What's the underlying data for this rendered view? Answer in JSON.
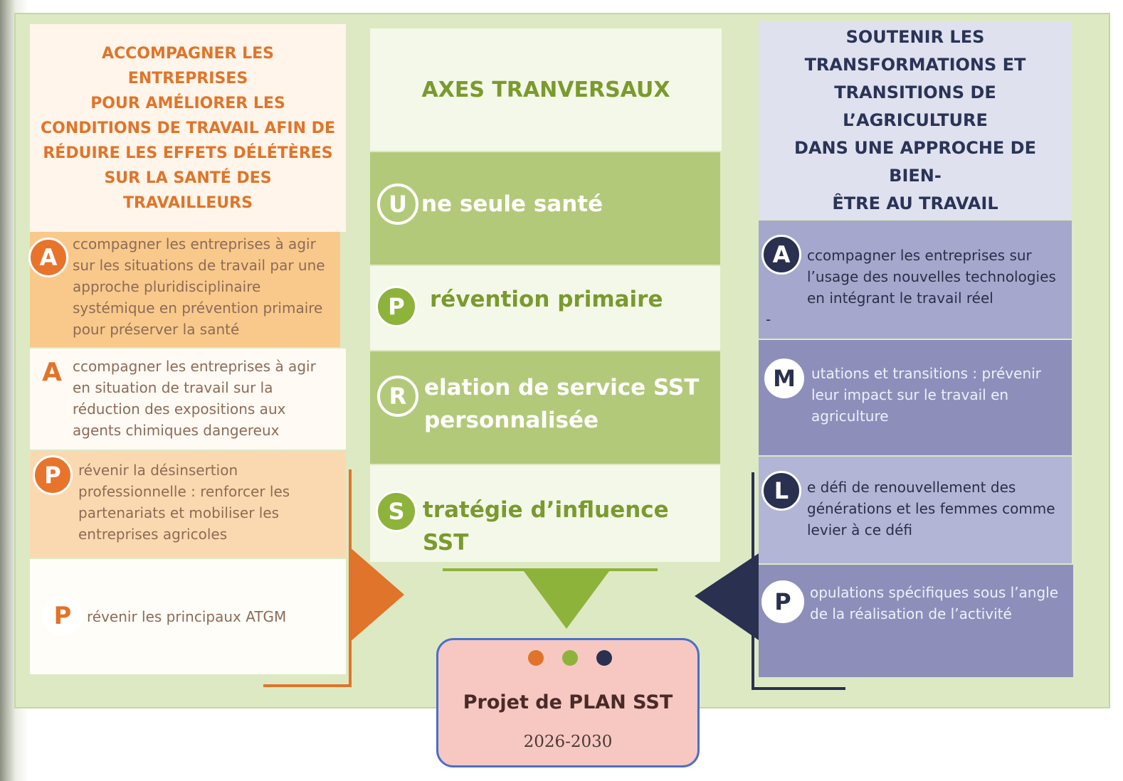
{
  "colors": {
    "orange": "#e0742a",
    "green": "#8db33a",
    "navy": "#2a3050",
    "plan_border": "#4a6fc8",
    "plan_fill": "#f6c8c1"
  },
  "left": {
    "title_lines": [
      "ACCOMPAGNER LES ENTREPRISES",
      "POUR AMÉLIORER LES",
      "CONDITIONS DE TRAVAIL AFIN DE",
      "RÉDUIRE LES EFFETS DÉLÉTÈRES",
      "SUR LA SANTÉ DES",
      "TRAVAILLEURS"
    ],
    "items": [
      {
        "letter": "A",
        "lines": [
          "ccompagner les entreprises à agir",
          "sur les situations de travail par une",
          "approche pluridisciplinaire",
          "systémique en prévention primaire",
          "pour préserver la santé"
        ]
      },
      {
        "letter": "A",
        "lines": [
          "ccompagner les entreprises à agir",
          "en situation de travail sur la",
          "réduction des expositions aux",
          "agents chimiques dangereux"
        ]
      },
      {
        "letter": "P",
        "lines": [
          "révenir la désinsertion",
          "professionnelle : renforcer les",
          "partenariats et mobiliser les",
          "entreprises agricoles"
        ]
      },
      {
        "letter": "P",
        "lines": [
          "révenir les principaux ATGM"
        ]
      }
    ]
  },
  "middle": {
    "title": "AXES TRANVERSAUX",
    "axes": [
      {
        "letter": "U",
        "lines": [
          "ne seule santé"
        ]
      },
      {
        "letter": "P",
        "lines": [
          "révention primaire"
        ]
      },
      {
        "letter": "R",
        "lines": [
          "elation de service SST",
          "personnalisée"
        ]
      },
      {
        "letter": "S",
        "lines": [
          "tratégie d’influence SST"
        ]
      }
    ]
  },
  "right": {
    "title_lines": [
      "SOUTENIR LES",
      "TRANSFORMATIONS ET",
      "TRANSITIONS DE L’AGRICULTURE",
      "DANS UNE APPROCHE DE BIEN-",
      "ÊTRE AU TRAVAIL"
    ],
    "items": [
      {
        "letter": "A",
        "lines": [
          "ccompagner les entreprises sur",
          "l’usage des nouvelles technologies",
          "en intégrant le travail réel"
        ],
        "extra": "-"
      },
      {
        "letter": "M",
        "lines": [
          "utations et transitions : prévenir",
          "leur impact sur le travail en",
          "agriculture"
        ]
      },
      {
        "letter": "L",
        "lines": [
          "e défi de renouvellement des",
          "générations et les femmes comme",
          "levier à ce défi"
        ]
      },
      {
        "letter": "P",
        "lines": [
          "opulations spécifiques sous l’angle",
          "de la réalisation de l’activité"
        ]
      }
    ]
  },
  "plan": {
    "title": "Projet de PLAN SST",
    "years": "2026-2030"
  }
}
